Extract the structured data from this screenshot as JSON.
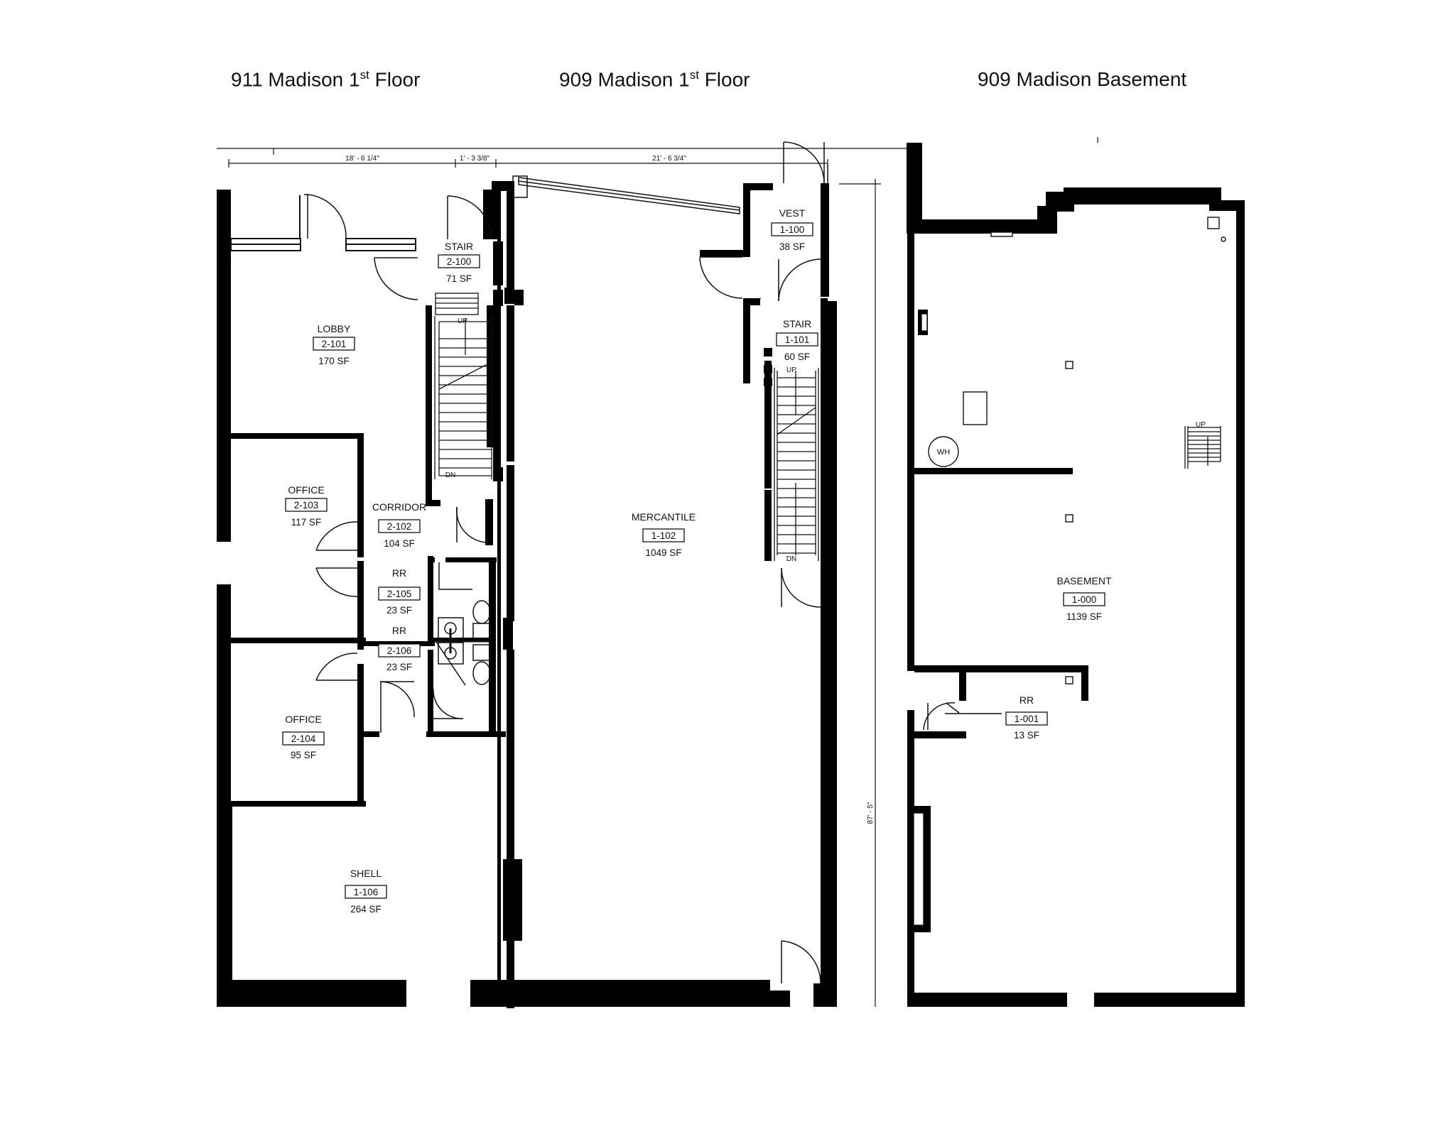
{
  "titles": {
    "t911": {
      "prefix": "911 Madison 1",
      "sup": "st",
      "suffix": " Floor"
    },
    "t909": {
      "prefix": "909 Madison 1",
      "sup": "st",
      "suffix": " Floor"
    },
    "tbase": "909 Madison Basement"
  },
  "rooms": {
    "stair_2100": {
      "name": "STAIR",
      "number": "2-100",
      "area": "71 SF"
    },
    "lobby": {
      "name": "LOBBY",
      "number": "2-101",
      "area": "170 SF"
    },
    "office_2103": {
      "name": "OFFICE",
      "number": "2-103",
      "area": "117 SF"
    },
    "corridor": {
      "name": "CORRIDOR",
      "number": "2-102",
      "area": "104 SF"
    },
    "rr_2105": {
      "name": "RR",
      "number": "2-105",
      "area": "23 SF"
    },
    "rr_2106": {
      "name": "RR",
      "number": "2-106",
      "area": "23 SF"
    },
    "office_2104": {
      "name": "OFFICE",
      "number": "2-104",
      "area": "95 SF"
    },
    "shell": {
      "name": "SHELL",
      "number": "1-106",
      "area": "264 SF"
    },
    "vest": {
      "name": "VEST",
      "number": "1-100",
      "area": "38 SF"
    },
    "stair_1101": {
      "name": "STAIR",
      "number": "1-101",
      "area": "60 SF"
    },
    "mercantile": {
      "name": "MERCANTILE",
      "number": "1-102",
      "area": "1049 SF"
    },
    "basement": {
      "name": "BASEMENT",
      "number": "1-000",
      "area": "1139 SF"
    },
    "rr_1001": {
      "name": "RR",
      "number": "1-001",
      "area": "13 SF"
    }
  },
  "dimensions": {
    "d1": "18' - 6 1/4\"",
    "d2": "1' - 3 3/8\"",
    "d3": "21' - 6 3/4\"",
    "d4": "87' - 5\""
  },
  "stair_marks": {
    "up": "UP",
    "dn": "DN"
  },
  "equipment": {
    "water_heater": "WH"
  }
}
